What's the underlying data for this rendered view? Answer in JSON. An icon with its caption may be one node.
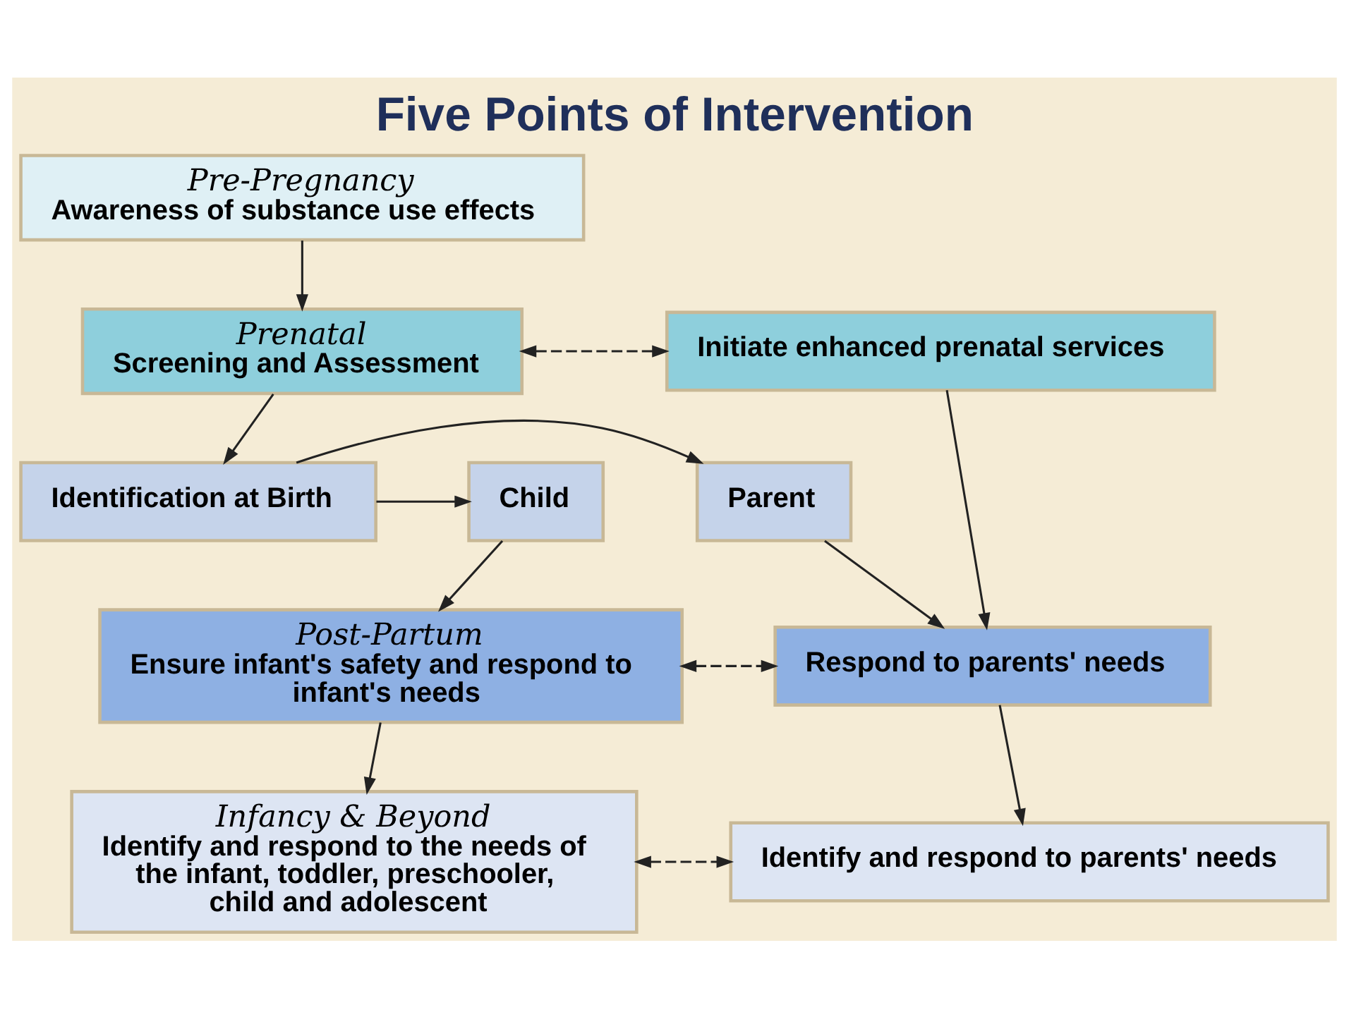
{
  "diagram": {
    "title": "Five Points of Intervention",
    "nodes": [
      {
        "text": [
          "Pre-Pregnancy",
          "Awareness of substance use effects"
        ]
      },
      {
        "text": [
          "Prenatal",
          "Screening and Assessment"
        ]
      },
      {
        "text": [
          "Initiate enhanced prenatal services"
        ]
      },
      {
        "text": [
          "Child"
        ]
      },
      {
        "text": [
          "Identification at Birth"
        ]
      },
      {
        "text": [
          "Parent"
        ]
      },
      {
        "text": [
          "Post-Partum",
          "Ensure infant's safety and respond to infant's needs"
        ]
      },
      {
        "text": [
          "Respond to parents' needs"
        ]
      },
      {
        "text": [
          "Infancy & Beyond",
          "Identify and respond to the needs of the infant, toddler, preschooler, child and adolescent"
        ]
      },
      {
        "text": [
          "Identify and respond to parents' needs"
        ]
      }
    ],
    "edges": [
      {
        "from": 0,
        "to": 1,
        "arrow": "to"
      },
      {
        "from": 1,
        "to": 2,
        "arrow": "both",
        "style": "dashed"
      },
      {
        "from": 1,
        "to": 4,
        "arrow": "to"
      },
      {
        "from": 4,
        "to": 3,
        "arrow": "to"
      },
      {
        "from": 4,
        "to": 5,
        "arrow": "to"
      },
      {
        "from": 3,
        "to": 6,
        "arrow": "to"
      },
      {
        "from": 5,
        "to": 7,
        "arrow": "to"
      },
      {
        "from": 2,
        "to": 7,
        "arrow": "to"
      },
      {
        "from": 6,
        "to": 7,
        "arrow": "both",
        "style": "dashed"
      },
      {
        "from": 6,
        "to": 8,
        "arrow": "to"
      },
      {
        "from": 7,
        "to": 9,
        "arrow": "to"
      },
      {
        "from": 8,
        "to": 9,
        "arrow": "both",
        "style": "dashed"
      }
    ]
  }
}
